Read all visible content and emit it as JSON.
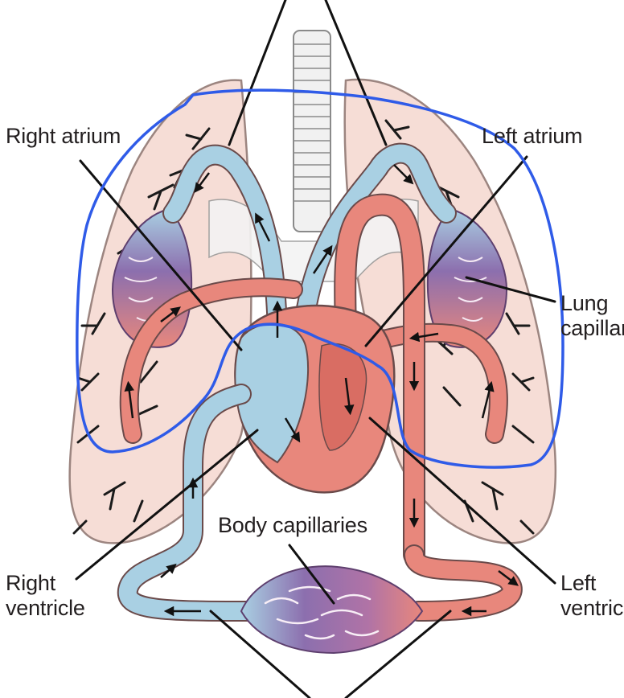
{
  "labels": {
    "right_atrium": "Right atrium",
    "left_atrium": "Left atrium",
    "lung_capillaries_line1": "Lung",
    "lung_capillaries_line2": "capillaries",
    "body_capillaries": "Body capillaries",
    "right_ventricle_line1": "Right",
    "right_ventricle_line2": "ventricle",
    "left_ventricle_line1": "Left",
    "left_ventricle_line2": "ventricle"
  },
  "colors": {
    "lung_fill": "#f6ddd6",
    "lung_outline": "#9c8580",
    "deoxygenated_blood": "#a9d0e3",
    "oxygenated_blood": "#e8877c",
    "capillary_purple": "#8c6fae",
    "vessel_outline": "#6a4a4a",
    "annotation_outline": "#2f5be8",
    "leader_line": "#111111"
  }
}
